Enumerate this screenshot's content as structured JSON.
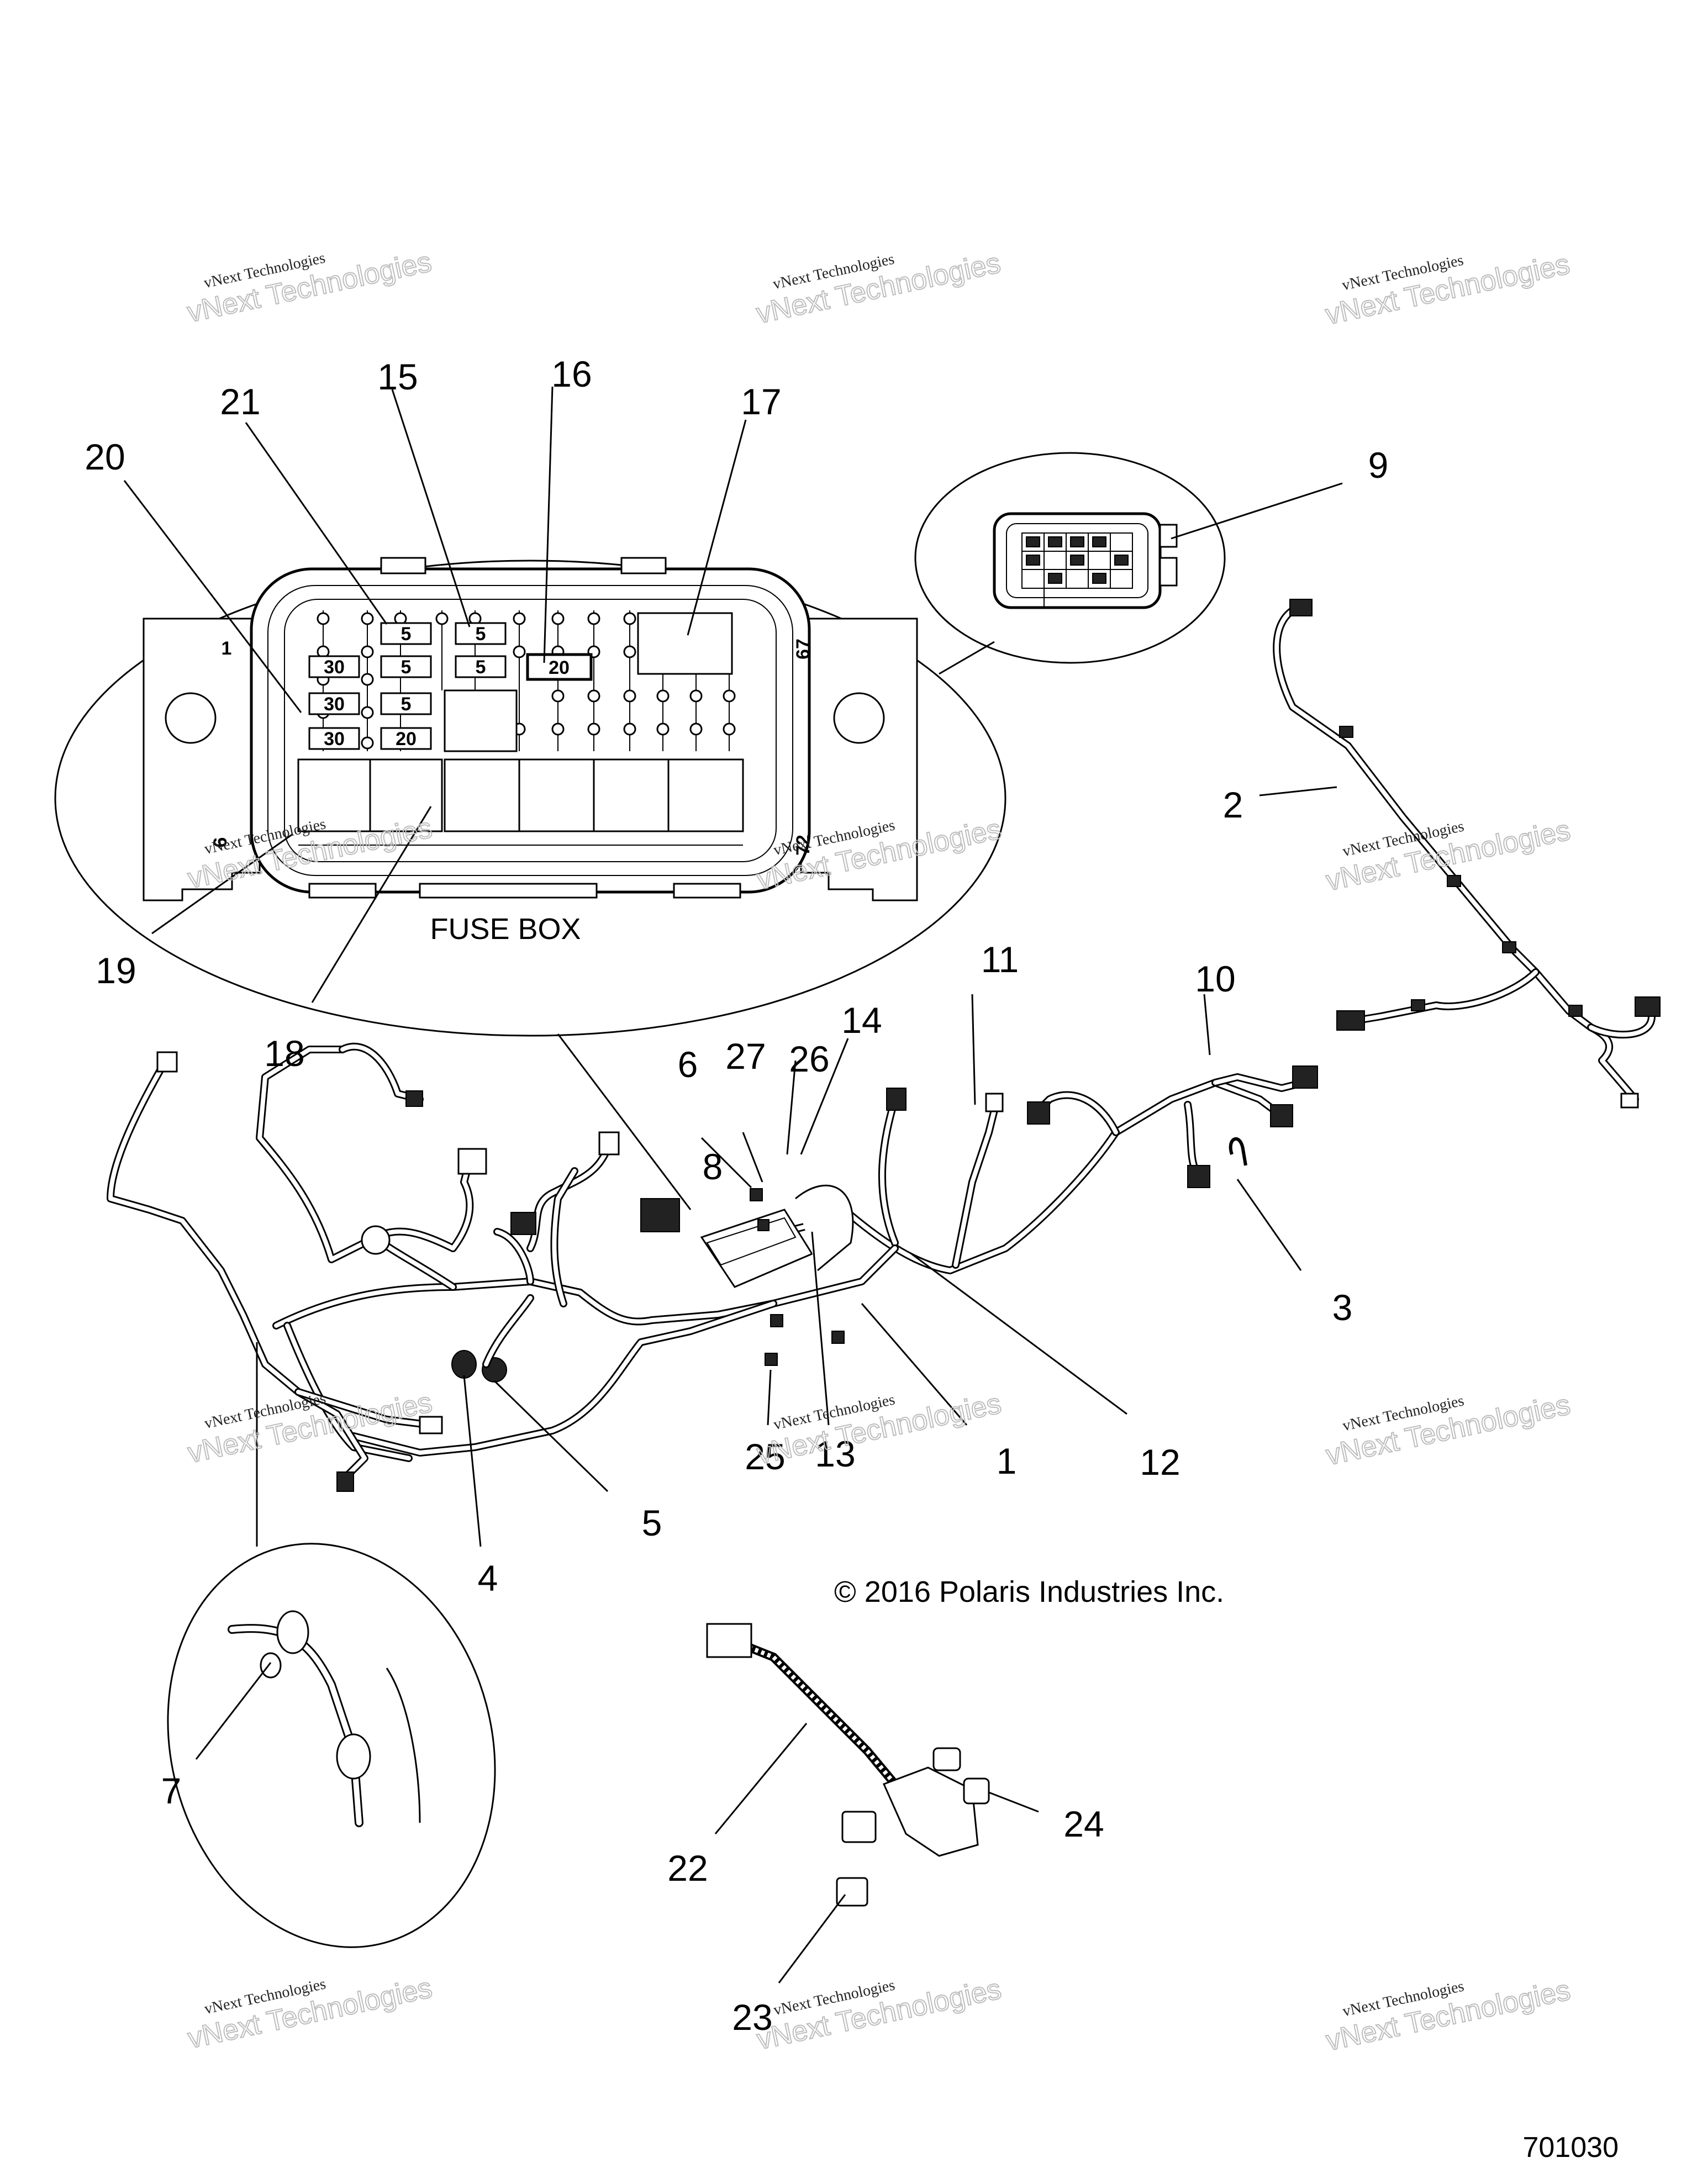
{
  "fuse_box": {
    "title": "FUSE BOX",
    "pin_labels": [
      "1",
      "67",
      "6",
      "72"
    ],
    "fuses": [
      "5",
      "5",
      "30",
      "5",
      "5",
      "20",
      "30",
      "5",
      "30",
      "20"
    ]
  },
  "copyright": "© 2016 Polaris Industries Inc.",
  "doc_number": "701030",
  "watermark": {
    "line1": "vNext Technologies",
    "line2": "vNext Technologies"
  },
  "callouts": [
    "1",
    "2",
    "3",
    "4",
    "5",
    "6",
    "7",
    "8",
    "9",
    "10",
    "11",
    "12",
    "13",
    "14",
    "15",
    "16",
    "17",
    "18",
    "19",
    "20",
    "21",
    "22",
    "23",
    "24",
    "25",
    "26",
    "27"
  ]
}
